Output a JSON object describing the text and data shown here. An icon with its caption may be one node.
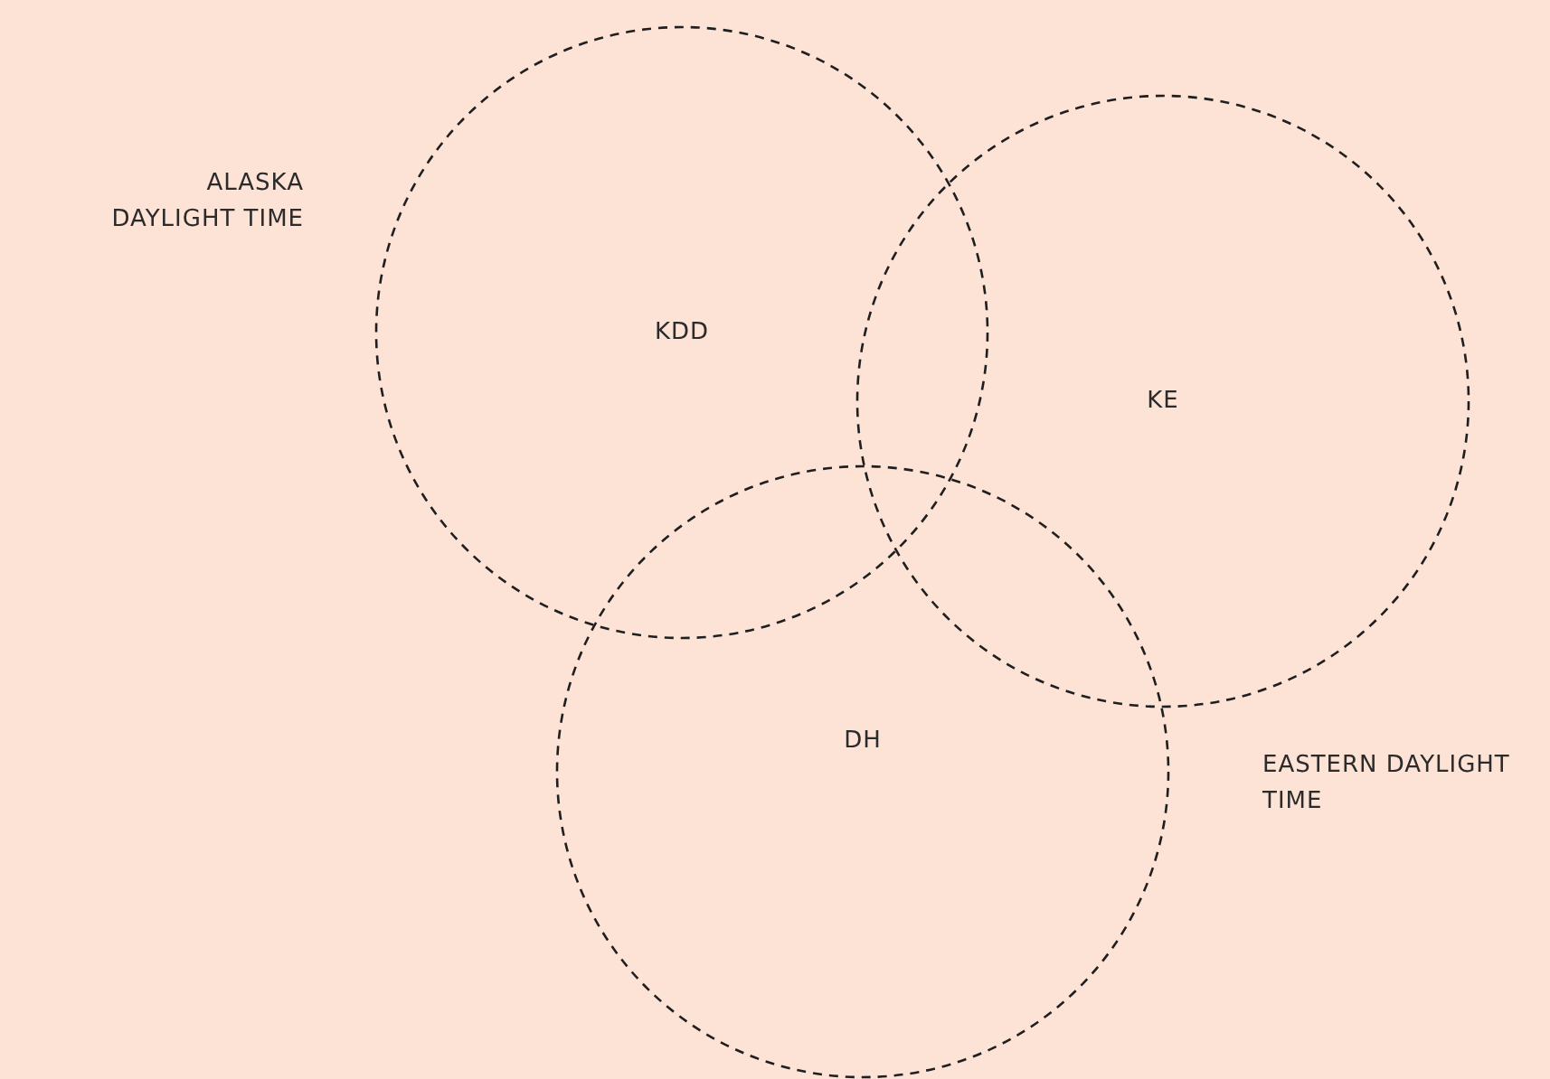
{
  "diagram": {
    "nodes": [
      {
        "text": [
          "KDD"
        ]
      },
      {
        "text": [
          "KE"
        ]
      },
      {
        "text": [
          "DH"
        ]
      }
    ],
    "labels": [
      "ALASKA DAYLIGHT TIME",
      "EASTERN DAYLIGHT TIME"
    ]
  }
}
